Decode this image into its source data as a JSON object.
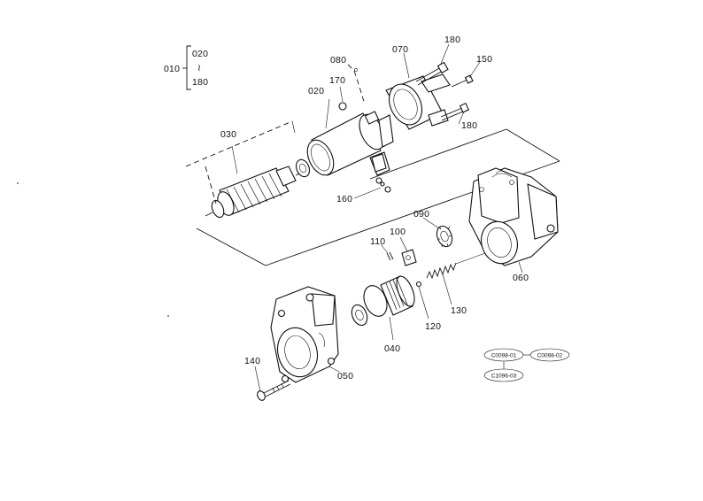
{
  "labels": {
    "l010": "010",
    "l020a": "020",
    "lrange": "≀",
    "l180a": "180",
    "l020": "020",
    "l030": "030",
    "l040": "040",
    "l050": "050",
    "l060": "060",
    "l070": "070",
    "l080": "080",
    "l090": "090",
    "l100": "100",
    "l110": "110",
    "l120": "120",
    "l130": "130",
    "l140": "140",
    "l150": "150",
    "l160": "160",
    "l170": "170",
    "l180b": "180",
    "l180c": "180"
  },
  "refs": {
    "r1": "C0098-01",
    "r2": "C0098-02",
    "r3": "C1096-03"
  }
}
